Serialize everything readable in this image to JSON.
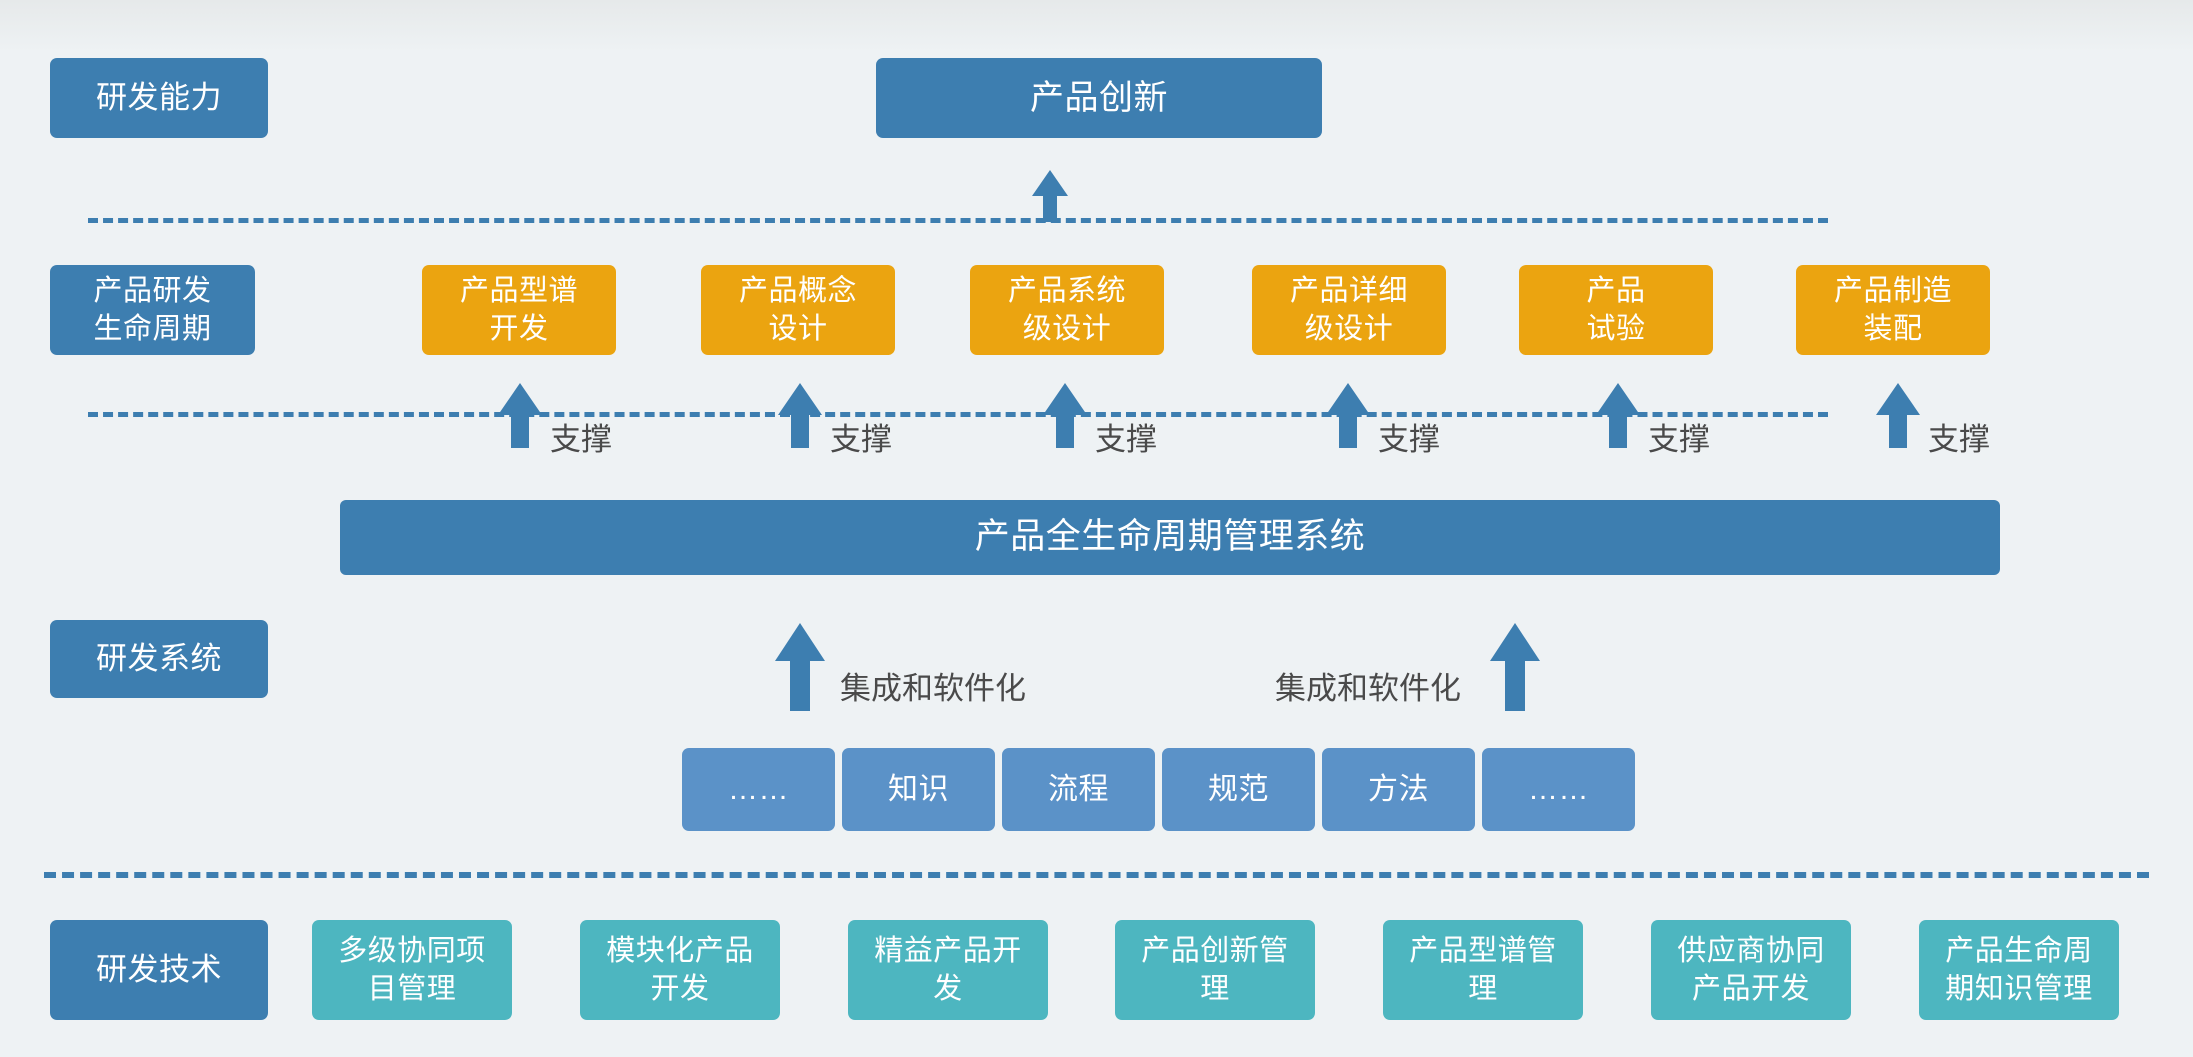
{
  "diagram": {
    "background_color": "#eef2f4",
    "colors": {
      "blue": "#3d7eb0",
      "orange": "#eba410",
      "teal": "#4db6c0",
      "soft_blue": "#5b92c8",
      "dash_line": "#3d7eb0",
      "label_text": "#4a4a4a"
    }
  },
  "row_labels": {
    "capability": "研发能力",
    "lifecycle": "产品研发\n生命周期",
    "system": "研发系统",
    "technology": "研发技术"
  },
  "top": {
    "product_innovation": "产品创新"
  },
  "lifecycle_stages": [
    {
      "label": "产品型谱\n开发"
    },
    {
      "label": "产品概念\n设计"
    },
    {
      "label": "产品系统\n级设计"
    },
    {
      "label": "产品详细\n级设计"
    },
    {
      "label": "产品\n试验"
    },
    {
      "label": "产品制造\n装配"
    }
  ],
  "support_arrows": [
    {
      "label": "支撑"
    },
    {
      "label": "支撑"
    },
    {
      "label": "支撑"
    },
    {
      "label": "支撑"
    },
    {
      "label": "支撑"
    },
    {
      "label": "支撑"
    }
  ],
  "plm_system": {
    "title": "产品全生命周期管理系统"
  },
  "integration_arrows": [
    {
      "label": "集成和软件化"
    },
    {
      "label": "集成和软件化"
    }
  ],
  "foundation_blocks": [
    {
      "label": "……"
    },
    {
      "label": "知识"
    },
    {
      "label": "流程"
    },
    {
      "label": "规范"
    },
    {
      "label": "方法"
    },
    {
      "label": "……"
    }
  ],
  "technology_items": [
    {
      "label": "多级协同项\n目管理"
    },
    {
      "label": "模块化产品\n开发"
    },
    {
      "label": "精益产品开\n发"
    },
    {
      "label": "产品创新管\n理"
    },
    {
      "label": "产品型谱管\n理"
    },
    {
      "label": "供应商协同\n产品开发"
    },
    {
      "label": "产品生命周\n期知识管理"
    }
  ]
}
